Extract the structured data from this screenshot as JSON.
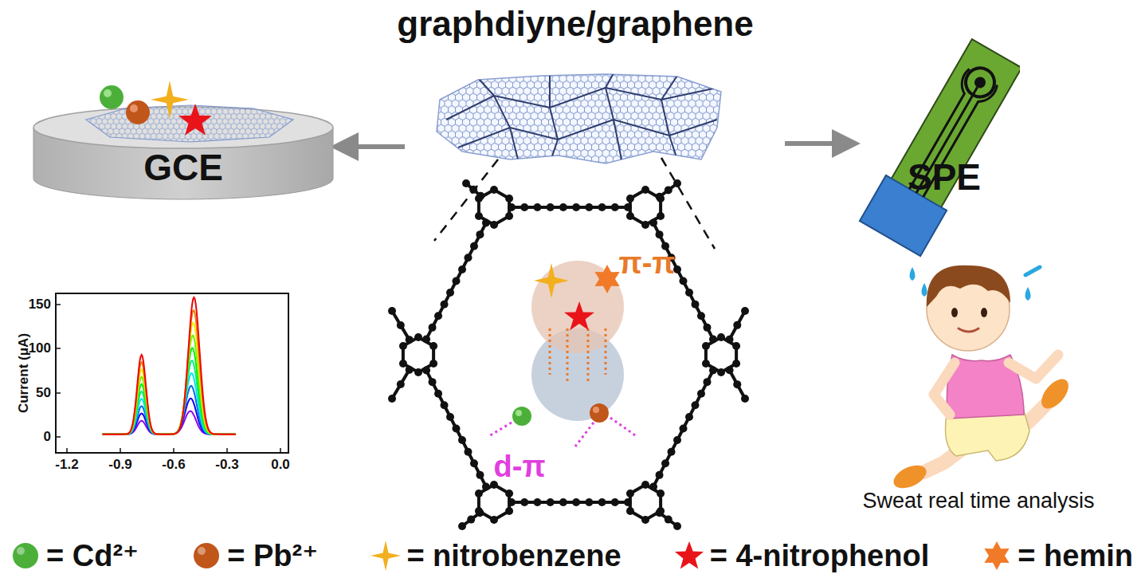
{
  "diagram": {
    "title": "graphdiyne/graphene",
    "nodes": [
      {
        "text": [
          "GCE"
        ]
      },
      {
        "text": [
          "SPE"
        ]
      }
    ],
    "labels": [
      "Current (μA)",
      "150",
      "100",
      "50",
      "0",
      "-1.2",
      "-0.9",
      "-0.6",
      "-0.3",
      "0.0",
      "π-π",
      "d-π",
      "Sweat real time analysis"
    ],
    "legend": [
      {
        "text": "= Cd²⁺",
        "color": "#4caf3a"
      },
      {
        "text": "= Pb²⁺",
        "color": "#c0561a"
      },
      {
        "text": "= nitrobenzene",
        "color": "#f2b01e"
      },
      {
        "text": "= 4-nitrophenol",
        "color": "#e8141a"
      },
      {
        "text": "= hemin",
        "color": "#f07a28"
      }
    ]
  }
}
